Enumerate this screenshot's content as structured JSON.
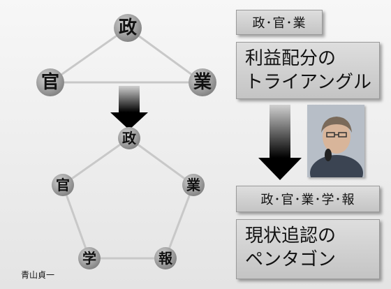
{
  "triangle": {
    "top": "政",
    "left": "官",
    "right": "業"
  },
  "pentagon": {
    "top": "政",
    "left": "官",
    "right": "業",
    "bottom_left": "学",
    "bottom_right": "報"
  },
  "tag1": "政･官･業",
  "box1": {
    "line1": "利益配分の",
    "line2": "トライアングル"
  },
  "tag2": "政･官･業･学･報",
  "box2": {
    "line1": "現状追認の",
    "line2": "ペンタゴン"
  },
  "author": "青山貞一",
  "photo_icon": "person-photo-icon",
  "colors": {
    "node_fill": "#8a8a8a",
    "edge": "#c8c8c8",
    "arrow_dark": "#000000",
    "box": "#cfcfcf"
  }
}
